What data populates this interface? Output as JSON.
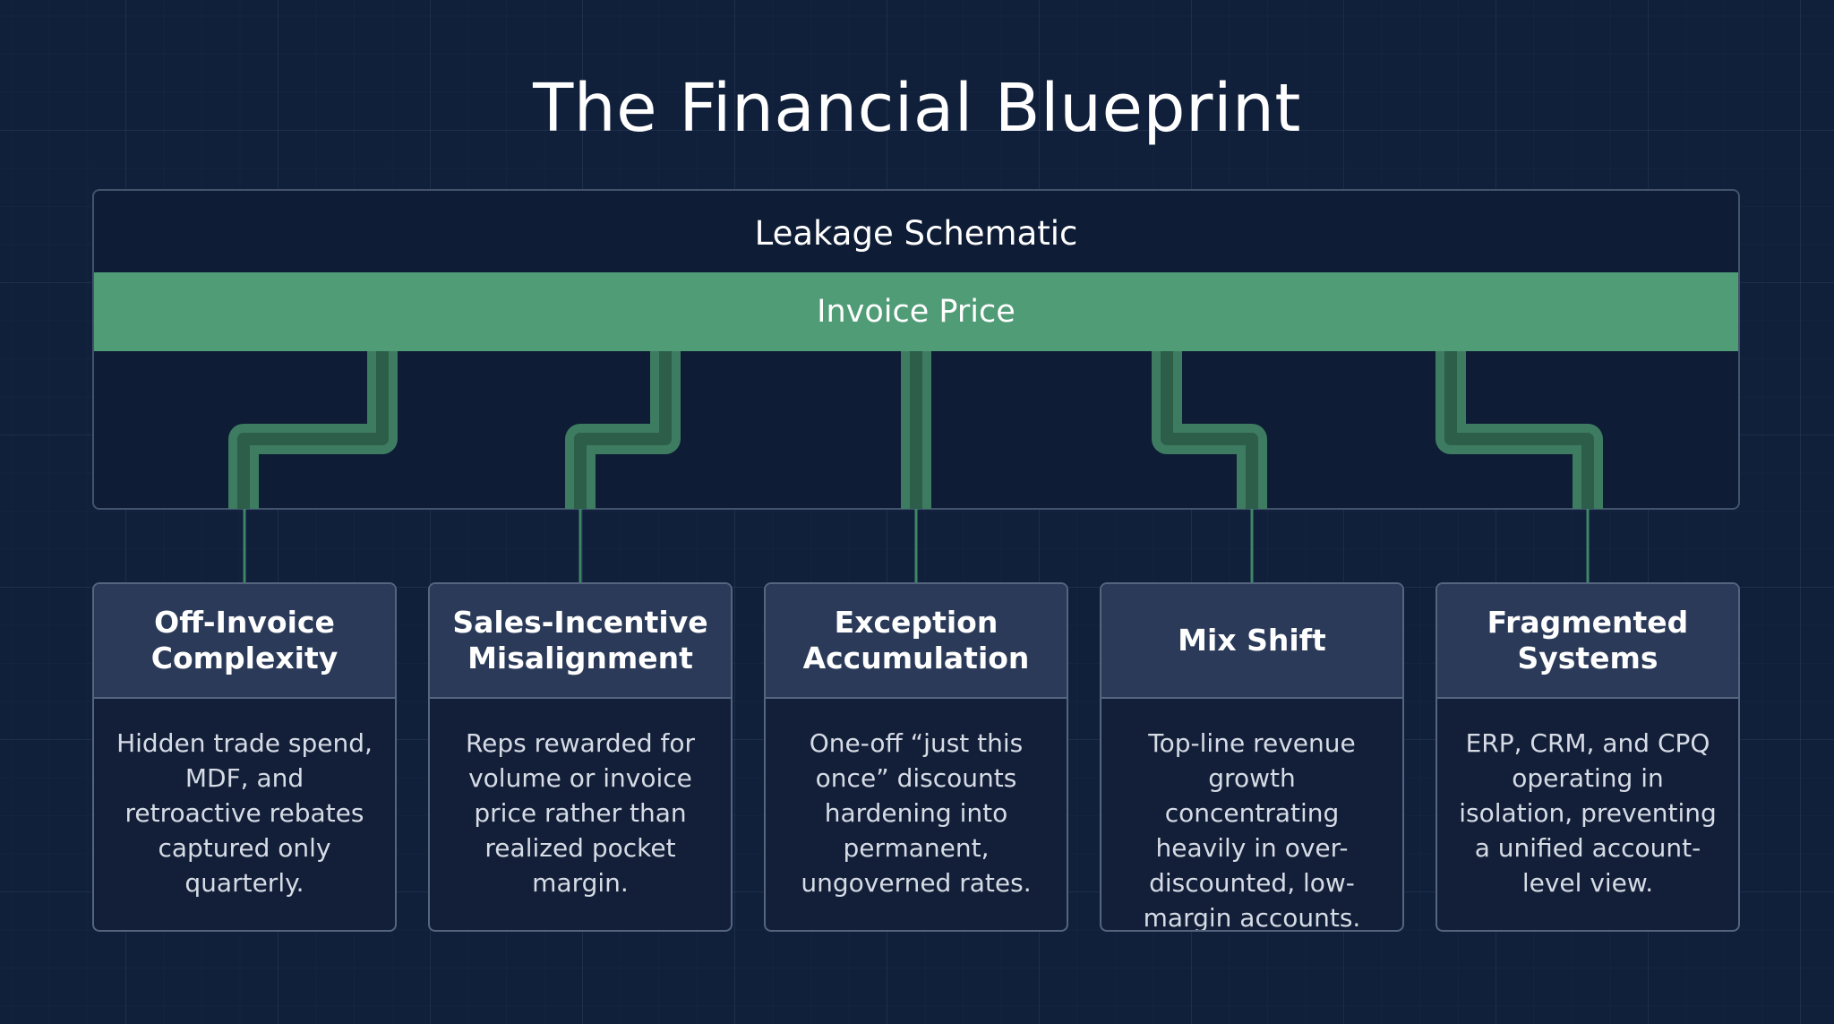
{
  "title": "The Financial Blueprint",
  "schematic": {
    "label": "Leakage Schematic",
    "bar_label": "Invoice Price"
  },
  "colors": {
    "background": "#101f3a",
    "bar": "#4f9c76",
    "pipe": "#3e7c61",
    "connector": "#3f8667",
    "card_header": "#2a3a58"
  },
  "cards": [
    {
      "title": "Off-Invoice Complexity",
      "body": "Hidden trade spend, MDF, and retroactive rebates captured only quarterly."
    },
    {
      "title": "Sales-Incentive Misalignment",
      "body": "Reps rewarded for volume or invoice price rather than realized pocket margin."
    },
    {
      "title": "Exception Accumulation",
      "body": "One-off “just this once” discounts hardening into permanent, ungoverned rates."
    },
    {
      "title": "Mix Shift",
      "body": "Top-line revenue growth concentrating heavily in over-discounted, low-margin accounts."
    },
    {
      "title": "Fragmented Systems",
      "body": "ERP, CRM, and CPQ operating in isolation, preventing a unified account-level view."
    }
  ]
}
